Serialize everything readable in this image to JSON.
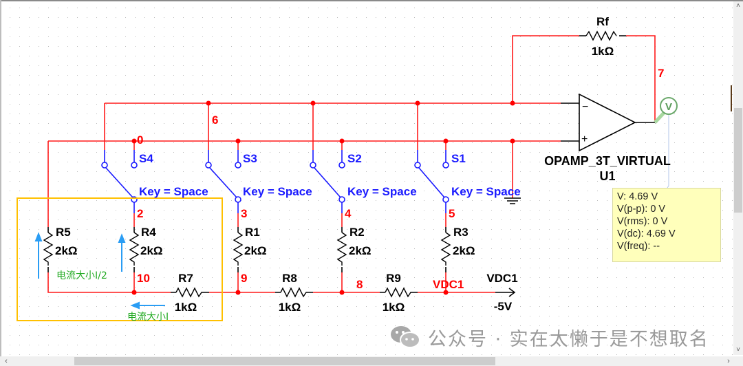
{
  "schematic": {
    "feedback_resistor": {
      "ref": "Rf",
      "value": "1kΩ"
    },
    "opamp": {
      "model": "OPAMP_3T_VIRTUAL",
      "ref": "U1",
      "minus_label": "−",
      "plus_label": "+"
    },
    "nets": {
      "n0": "0",
      "n2": "2",
      "n3": "3",
      "n4": "4",
      "n5": "5",
      "n6": "6",
      "n7": "7",
      "n8": "8",
      "n9": "9",
      "n10": "10",
      "vdc_net": "VDC1"
    },
    "switches": [
      {
        "ref": "S4",
        "key": "Key = Space"
      },
      {
        "ref": "S3",
        "key": "Key = Space"
      },
      {
        "ref": "S2",
        "key": "Key = Space"
      },
      {
        "ref": "S1",
        "key": "Key = Space"
      }
    ],
    "vertical_resistors": [
      {
        "ref": "R5",
        "value": "2kΩ"
      },
      {
        "ref": "R4",
        "value": "2kΩ"
      },
      {
        "ref": "R1",
        "value": "2kΩ"
      },
      {
        "ref": "R2",
        "value": "2kΩ"
      },
      {
        "ref": "R3",
        "value": "2kΩ"
      }
    ],
    "horizontal_resistors": [
      {
        "ref": "R7",
        "value": "1kΩ"
      },
      {
        "ref": "R8",
        "value": "1kΩ"
      },
      {
        "ref": "R9",
        "value": "1kΩ"
      }
    ],
    "source": {
      "ref": "VDC1",
      "value": "-5V"
    },
    "voltmeter_glyph": "V",
    "annotations": {
      "half_current": "电流大小I/2",
      "full_current": "电流大小I"
    }
  },
  "probe": {
    "v": "V: 4.69 V",
    "vpp": "V(p-p): 0 V",
    "vrms": "V(rms): 0 V",
    "vdc": "V(dc): 4.69 V",
    "vfreq": "V(freq): --"
  },
  "watermark": {
    "text": "公众号 · 实在太懒于是不想取名"
  },
  "scrollbars": {
    "up": "˄",
    "down": "˅",
    "left": "‹",
    "right": "›"
  },
  "colors": {
    "wire": "#ff0000",
    "switch": "#0000ff",
    "component": "#000000",
    "highlight_box": "#ffc000",
    "annotation": "#22aa22",
    "arrow": "#2a9df4",
    "probe_bg": "#ffffbb"
  }
}
